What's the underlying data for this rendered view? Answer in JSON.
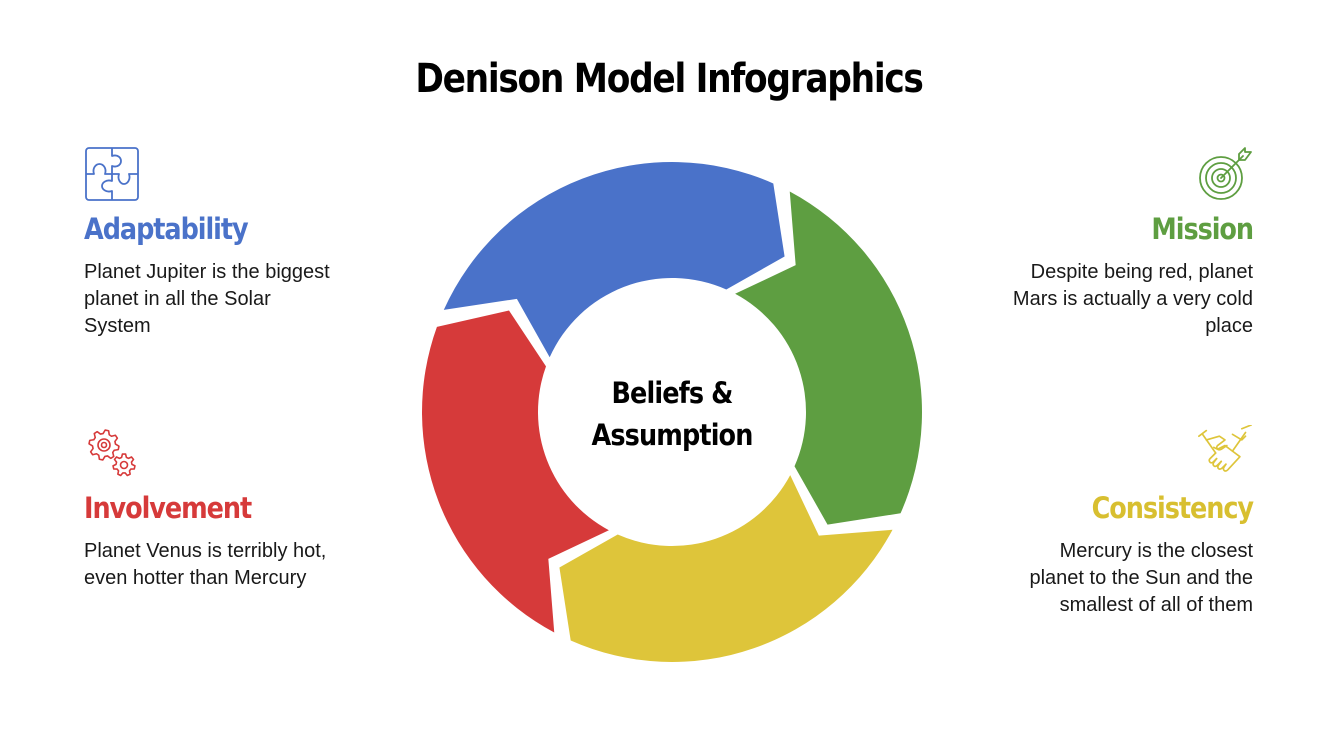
{
  "title": "Denison Model Infographics",
  "center": {
    "line1": "Beliefs &",
    "line2": "Assumption"
  },
  "colors": {
    "adaptability": "#4a72c9",
    "mission": "#5e9e41",
    "consistency": "#dec53a",
    "involvement": "#d63a3a"
  },
  "traits": [
    {
      "key": "adaptability",
      "heading": "Adaptability",
      "icon": "puzzle-icon",
      "description": "Planet Jupiter is the biggest planet in all the Solar System"
    },
    {
      "key": "mission",
      "heading": "Mission",
      "icon": "target-icon",
      "description": "Despite being red, planet Mars is actually a very cold place"
    },
    {
      "key": "involvement",
      "heading": "Involvement",
      "icon": "gears-icon",
      "description": "Planet Venus is terribly hot, even hotter than Mercury"
    },
    {
      "key": "consistency",
      "heading": "Consistency",
      "icon": "handshake-icon",
      "description": "Mercury is the closest planet to the Sun and the smallest of all of them"
    }
  ]
}
